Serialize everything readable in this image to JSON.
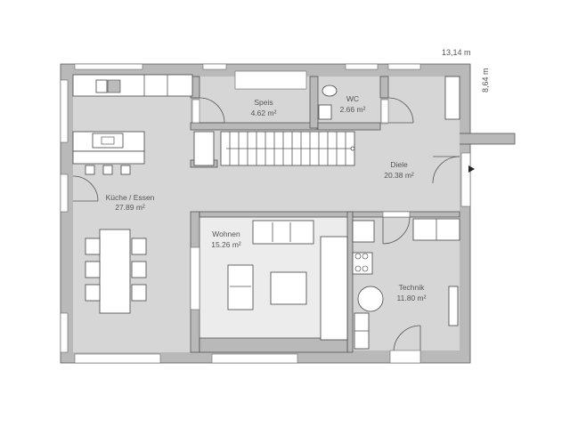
{
  "plan": {
    "dimensions": {
      "width_label": "13,14 m",
      "depth_label": "8,64 m"
    },
    "rooms": [
      {
        "id": "kueche-essen",
        "name": "Küche / Essen",
        "area": "27.89 m²"
      },
      {
        "id": "speis",
        "name": "Speis",
        "area": "4.62 m²"
      },
      {
        "id": "wc",
        "name": "WC",
        "area": "2.66 m²"
      },
      {
        "id": "diele",
        "name": "Diele",
        "area": "20.38 m²"
      },
      {
        "id": "wohnen",
        "name": "Wohnen",
        "area": "15.26 m²"
      },
      {
        "id": "technik",
        "name": "Technik",
        "area": "11.80 m²"
      }
    ],
    "colors": {
      "wall": "#b9b9b9",
      "floor": "#d6d6d6",
      "floor_living": "#ececec",
      "furniture": "#ffffff",
      "line": "#555555"
    }
  }
}
